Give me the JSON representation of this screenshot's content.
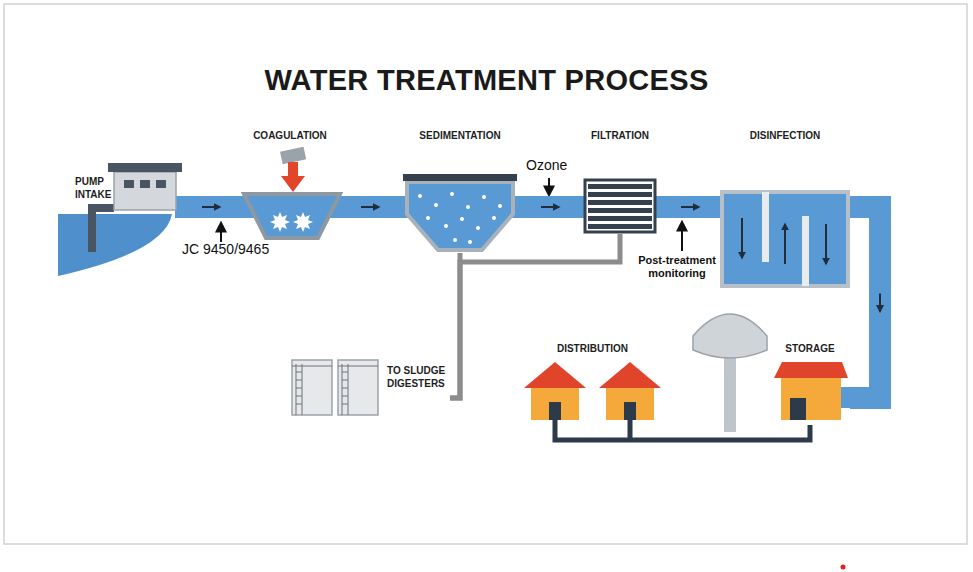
{
  "diagram": {
    "title": "WATER TREATMENT PROCESS",
    "nodes": [
      {
        "text": [
          "PUMP INTAKE"
        ]
      },
      {
        "text": [
          "COAGULATION"
        ]
      },
      {
        "text": [
          "SEDIMENTATION"
        ]
      },
      {
        "text": [
          "FILTRATION"
        ]
      },
      {
        "text": [
          "DISINFECTION"
        ]
      },
      {
        "text": [
          "TO SLUDGE DIGESTERS"
        ]
      },
      {
        "text": [
          "DISTRIBUTION"
        ]
      },
      {
        "text": [
          "STORAGE"
        ]
      }
    ],
    "edges": [
      {
        "from": 0,
        "to": 1,
        "arrow": "to"
      },
      {
        "from": 1,
        "to": 2,
        "arrow": "to"
      },
      {
        "from": 2,
        "to": 3,
        "arrow": "to"
      },
      {
        "from": 3,
        "to": 4,
        "arrow": "to"
      },
      {
        "from": 4,
        "to": 7,
        "arrow": "to"
      },
      {
        "from": 7,
        "to": 6,
        "arrow": "none"
      },
      {
        "from": 2,
        "to": 5,
        "arrow": "none"
      },
      {
        "from": 3,
        "to": 5,
        "arrow": "none"
      }
    ],
    "labels": [
      "JC 9450/9465",
      "Ozone",
      "Post-treatment monitoring"
    ]
  }
}
